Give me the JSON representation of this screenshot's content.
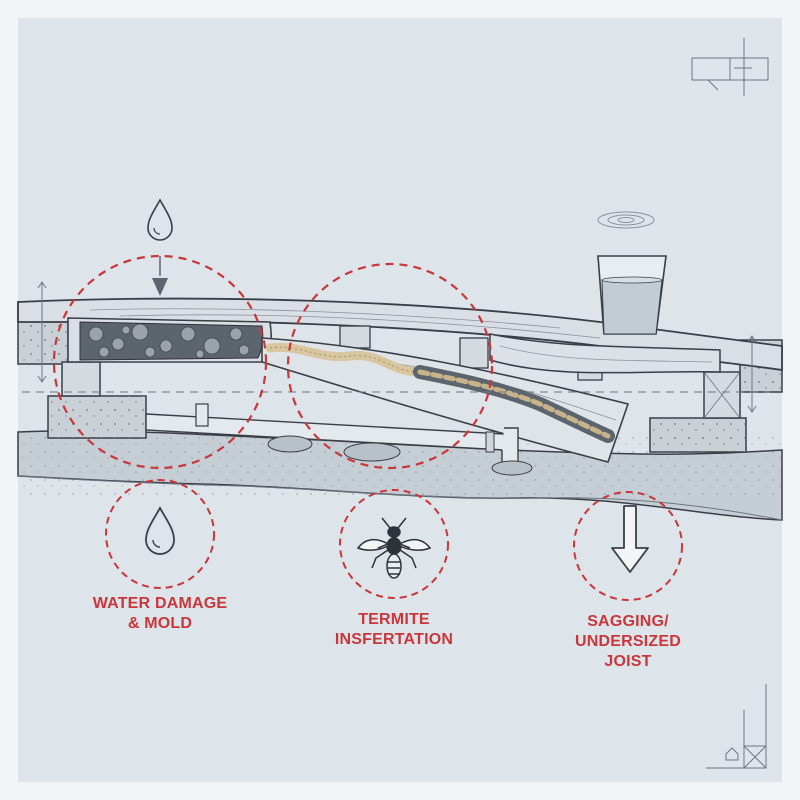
{
  "diagram": {
    "colors": {
      "background": "#dde4ea",
      "accent_red": "#c8373b",
      "ink": "#3a3f47",
      "wood": "#d9dfe4",
      "concrete": "#c9d0d6"
    },
    "labels": {
      "water": [
        "WATER DAMAGE",
        "& MOLD"
      ],
      "termite": [
        "TERMITE",
        "INSFERTATION"
      ],
      "sagging": [
        "SAGGING/",
        "UNDERSIZED",
        "JOIST"
      ]
    },
    "icons": [
      "water-drop-icon",
      "termite-icon",
      "arrow-down-icon",
      "glass-of-water-icon",
      "ripple-icon"
    ]
  }
}
